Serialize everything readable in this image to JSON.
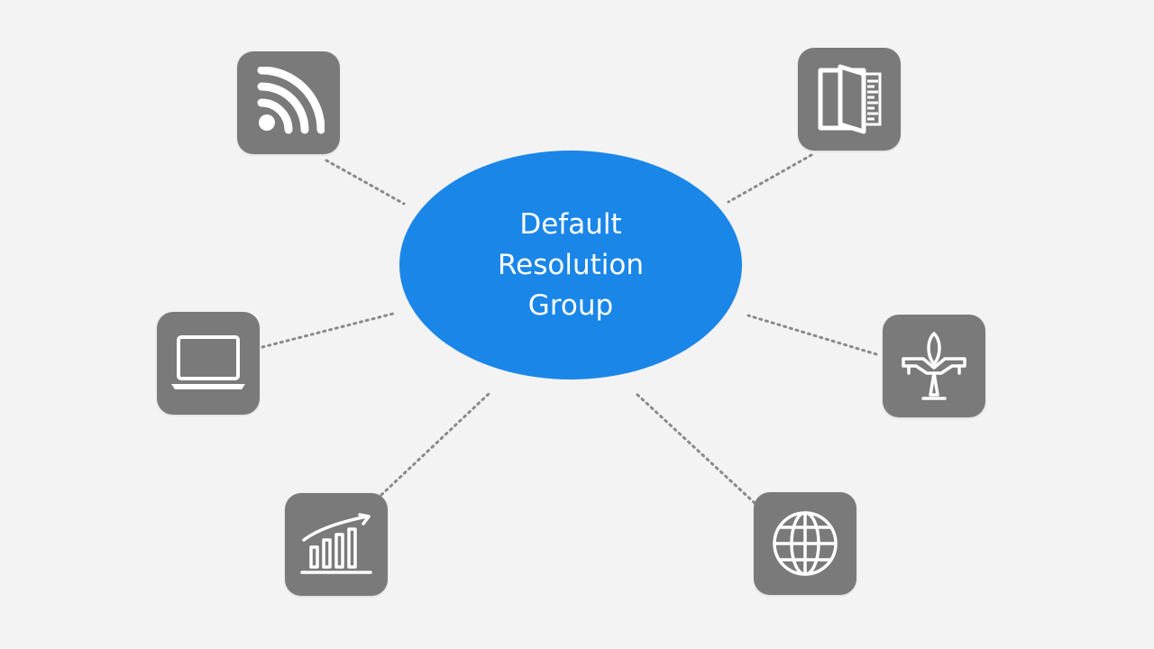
{
  "diagram": {
    "center": {
      "lines": [
        "Default",
        "Resolution",
        "Group"
      ],
      "color": "#1a86e8",
      "text_color": "#ffffff"
    },
    "nodes": [
      {
        "icon": "rss-feed-icon"
      },
      {
        "icon": "document-door-icon"
      },
      {
        "icon": "laptop-icon"
      },
      {
        "icon": "plane-antenna-icon"
      },
      {
        "icon": "bar-chart-icon"
      },
      {
        "icon": "globe-icon"
      }
    ],
    "node_color": "#7a7a7a",
    "connector_style": "dotted",
    "connector_color": "#8a8a8a",
    "background": "#f3f3f3"
  }
}
